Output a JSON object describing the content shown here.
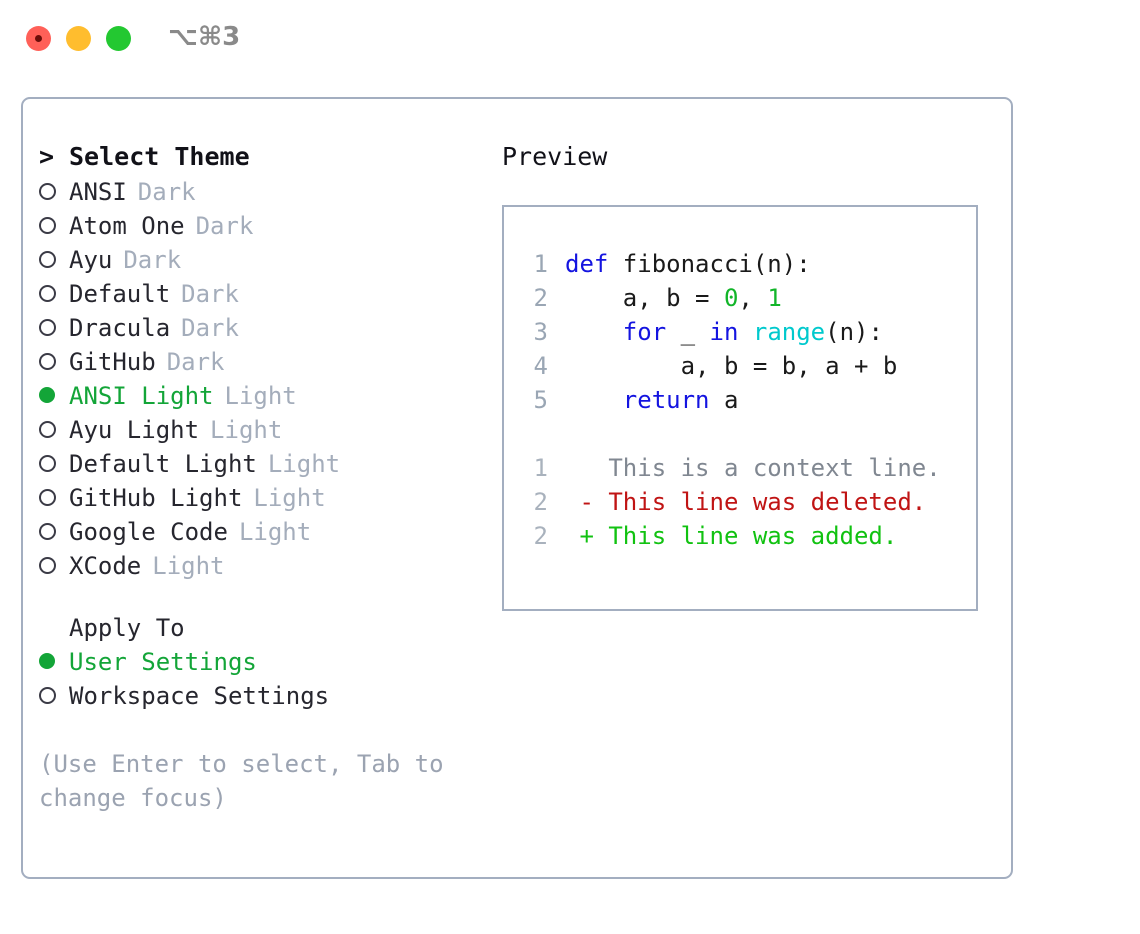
{
  "titlebar": {
    "shortcut": "⌥⌘3",
    "lights": [
      "close-light",
      "minimize-light",
      "maximize-light"
    ]
  },
  "theme_picker": {
    "header_prefix": ">",
    "header": "Select Theme",
    "items": [
      {
        "marker": "hollow",
        "name": "ANSI",
        "badge": "Dark",
        "selected": false
      },
      {
        "marker": "hollow",
        "name": "Atom One",
        "badge": "Dark",
        "selected": false
      },
      {
        "marker": "hollow",
        "name": "Ayu",
        "badge": "Dark",
        "selected": false
      },
      {
        "marker": "hollow",
        "name": "Default",
        "badge": "Dark",
        "selected": false
      },
      {
        "marker": "hollow",
        "name": "Dracula",
        "badge": "Dark",
        "selected": false
      },
      {
        "marker": "hollow",
        "name": "GitHub",
        "badge": "Dark",
        "selected": false
      },
      {
        "marker": "filled",
        "name": "ANSI Light",
        "badge": "Light",
        "selected": true
      },
      {
        "marker": "hollow",
        "name": "Ayu Light",
        "badge": "Light",
        "selected": false
      },
      {
        "marker": "hollow",
        "name": "Default Light",
        "badge": "Light",
        "selected": false
      },
      {
        "marker": "hollow",
        "name": "GitHub Light",
        "badge": "Light",
        "selected": false
      },
      {
        "marker": "hollow",
        "name": "Google Code",
        "badge": "Light",
        "selected": false
      },
      {
        "marker": "hollow",
        "name": "XCode",
        "badge": "Light",
        "selected": false
      }
    ]
  },
  "apply_to": {
    "title": "Apply To",
    "items": [
      {
        "marker": "filled",
        "name": "User Settings",
        "selected": true
      },
      {
        "marker": "hollow",
        "name": "Workspace Settings",
        "selected": false
      }
    ]
  },
  "hint": "(Use Enter to select, Tab to change focus)",
  "preview": {
    "title": "Preview",
    "code_lines": [
      {
        "no": "1",
        "tokens": [
          {
            "t": "def",
            "c": "kw"
          },
          {
            "t": " fibonacci(n):",
            "c": ""
          }
        ]
      },
      {
        "no": "2",
        "tokens": [
          {
            "t": "    a, b = ",
            "c": ""
          },
          {
            "t": "0",
            "c": "num"
          },
          {
            "t": ", ",
            "c": ""
          },
          {
            "t": "1",
            "c": "num"
          }
        ]
      },
      {
        "no": "3",
        "tokens": [
          {
            "t": "    ",
            "c": ""
          },
          {
            "t": "for",
            "c": "kw"
          },
          {
            "t": " _ ",
            "c": ""
          },
          {
            "t": "in",
            "c": "kw"
          },
          {
            "t": " ",
            "c": ""
          },
          {
            "t": "range",
            "c": "fn"
          },
          {
            "t": "(n):",
            "c": ""
          }
        ]
      },
      {
        "no": "4",
        "tokens": [
          {
            "t": "        a, b = b, a + b",
            "c": ""
          }
        ]
      },
      {
        "no": "5",
        "tokens": [
          {
            "t": "    ",
            "c": ""
          },
          {
            "t": "return",
            "c": "kw"
          },
          {
            "t": " a",
            "c": ""
          }
        ]
      }
    ],
    "diff_lines": [
      {
        "no": "1",
        "tokens": [
          {
            "t": "   This is a context line.",
            "c": "ctx"
          }
        ]
      },
      {
        "no": "2",
        "tokens": [
          {
            "t": " - This line was deleted.",
            "c": "del"
          }
        ]
      },
      {
        "no": "2",
        "tokens": [
          {
            "t": " + This line was added.",
            "c": "add"
          }
        ]
      }
    ]
  },
  "colors": {
    "accent_green": "#13a538",
    "keyword_blue": "#1414e0",
    "number_green": "#12b529",
    "function_cyan": "#00c9cd",
    "diff_delete_red": "#c01414",
    "diff_add_green": "#11c211",
    "muted_gray": "#a4adbb",
    "border_gray": "#a3aec0"
  }
}
